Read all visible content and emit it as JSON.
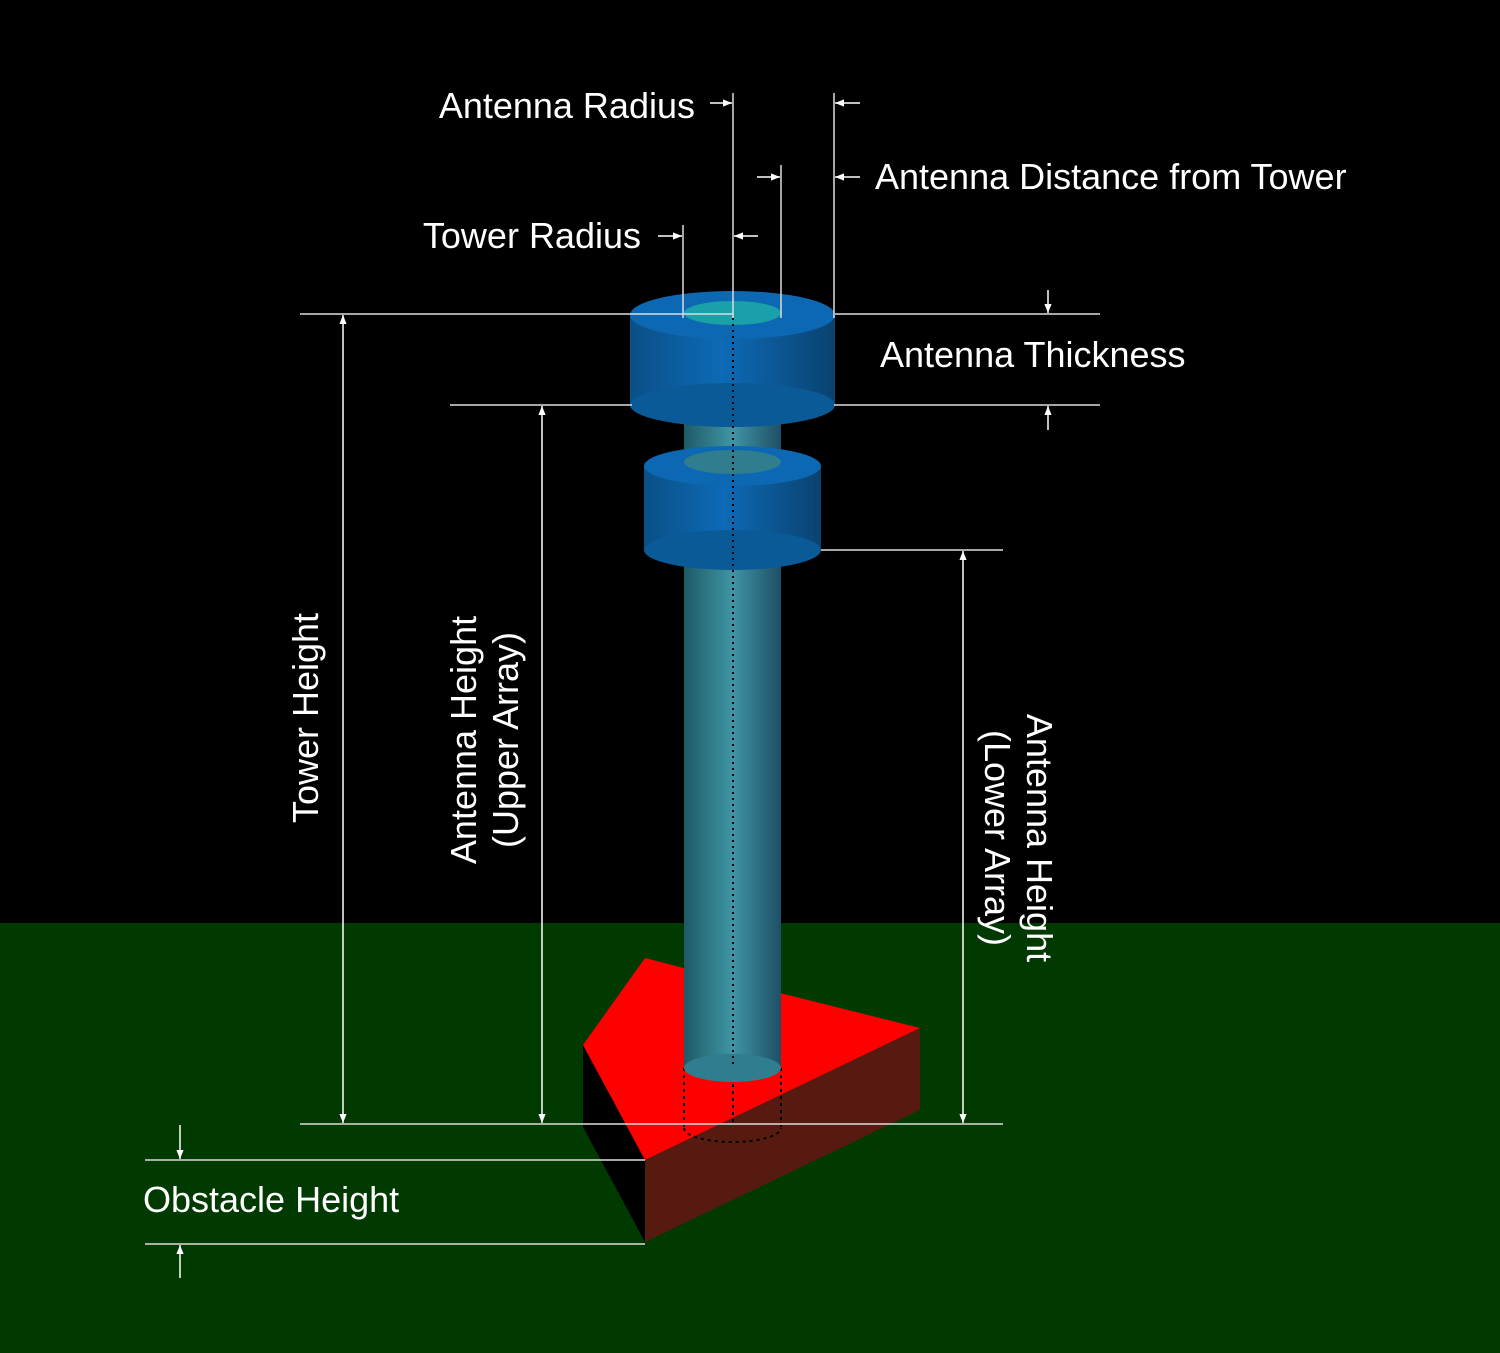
{
  "colors": {
    "sky": "#000000",
    "ground": "#003a00",
    "obstacle_top": "#ff0000",
    "obstacle_side_dark": "#561a10",
    "antenna_blue": "#0d68b3",
    "tower_teal": "#3c8fa0",
    "dimension_line": "#ffffff"
  },
  "labels": {
    "antenna_radius": "Antenna Radius",
    "antenna_distance": "Antenna Distance from Tower",
    "tower_radius": "Tower Radius",
    "antenna_thickness": "Antenna Thickness",
    "tower_height": "Tower Height",
    "antenna_height_upper_l1": "Antenna Height",
    "antenna_height_upper_l2": "(Upper Array)",
    "antenna_height_lower_l1": "Antenna Height",
    "antenna_height_lower_l2": "(Lower Array)",
    "obstacle_height": "Obstacle Height"
  }
}
